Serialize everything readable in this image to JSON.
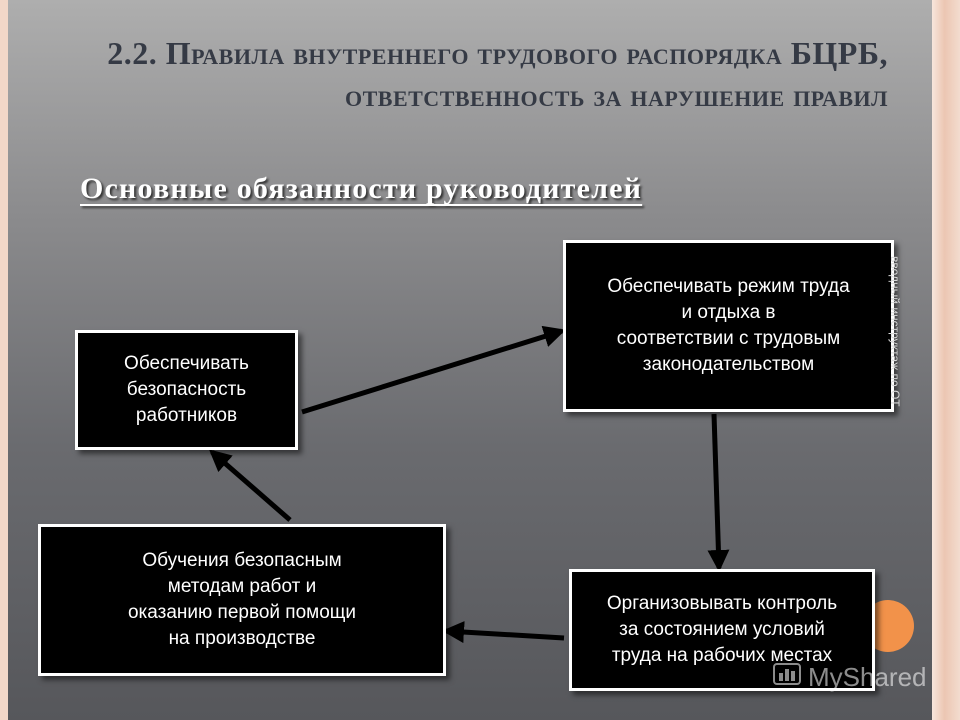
{
  "slide": {
    "title": "2.2. Правила внутреннего трудового распорядка БЦРБ, ответственность за нарушение правил",
    "subtitle": "Основные обязанности руководителей",
    "side_note": "вводный инструктаж по ОТ",
    "watermark": "MyShared"
  },
  "diagram": {
    "nodes": [
      {
        "id": "safety",
        "label": "Обеспечивать\nбезопасность\n работников"
      },
      {
        "id": "regime",
        "label": "Обеспечивать режим труда\nи отдыха в\nсоответствии с трудовым\nзаконодательством"
      },
      {
        "id": "control",
        "label": "Организовывать контроль\nза состоянием условий\nтруда на рабочих местах"
      },
      {
        "id": "training",
        "label": "Обучения безопасным\nметодам работ и\nоказанию первой помощи\nна производстве"
      }
    ],
    "edges": [
      {
        "from": "safety",
        "to": "regime"
      },
      {
        "from": "regime",
        "to": "control"
      },
      {
        "from": "control",
        "to": "training"
      },
      {
        "from": "training",
        "to": "safety"
      }
    ]
  }
}
